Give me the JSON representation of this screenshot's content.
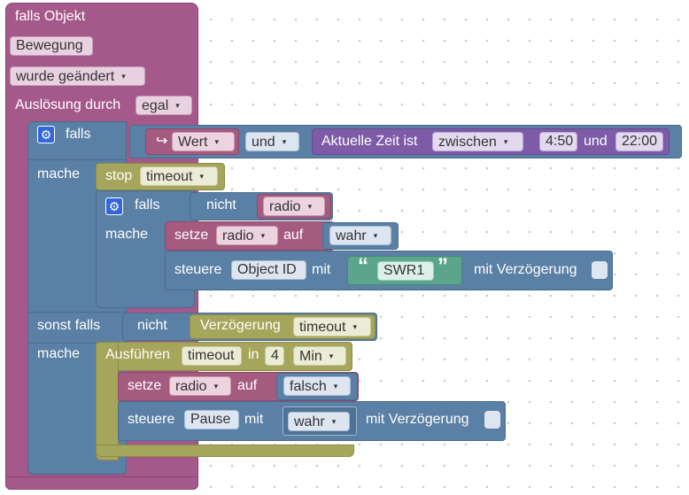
{
  "trigger": {
    "title": "falls Objekt",
    "object": "Bewegung",
    "condition": "wurde geändert",
    "trigger_by_label": "Auslösung durch",
    "trigger_by_value": "egal"
  },
  "if_block": {
    "if_label": "falls",
    "do_label": "mache",
    "else_if_label": "sonst falls",
    "else_do_label": "mache"
  },
  "condition1": {
    "arrow_glyph": "↪",
    "value_label": "Wert",
    "and_op": "und",
    "time_label": "Aktuelle Zeit ist",
    "time_mode": "zwischen",
    "time_from": "4:50",
    "time_and": "und",
    "time_to": "22:00"
  },
  "stop_timer": {
    "label": "stop",
    "timer": "timeout"
  },
  "inner_if": {
    "if_label": "falls",
    "not_label": "nicht",
    "variable": "radio",
    "do_label": "mache"
  },
  "set_radio_true": {
    "set_label": "setze",
    "variable": "radio",
    "to_label": "auf",
    "value": "wahr"
  },
  "control1": {
    "label": "steuere",
    "object": "Object ID",
    "with_label": "mit",
    "quote_open": "“",
    "text": "SWR1",
    "quote_close": "”",
    "delay_label": "mit Verzögerung"
  },
  "else_if_cond": {
    "not_label": "nicht",
    "delay_label": "Verzögerung",
    "timer": "timeout"
  },
  "run_after": {
    "label": "Ausführen",
    "timer": "timeout",
    "in_label": "in",
    "amount": "4",
    "unit": "Min"
  },
  "set_radio_false": {
    "set_label": "setze",
    "variable": "radio",
    "to_label": "auf",
    "value": "falsch"
  },
  "control2": {
    "label": "steuere",
    "object": "Pause",
    "with_label": "mit",
    "value": "wahr",
    "delay_label": "mit Verzögerung"
  },
  "icons": {
    "gear": "⚙",
    "dropdown": "▾"
  },
  "colors": {
    "trigger": "#a5598a",
    "logic": "#5b80a5",
    "timer": "#a5a55b",
    "variable": "#a55b80",
    "date": "#7e5ba6",
    "text": "#5ba58c"
  }
}
